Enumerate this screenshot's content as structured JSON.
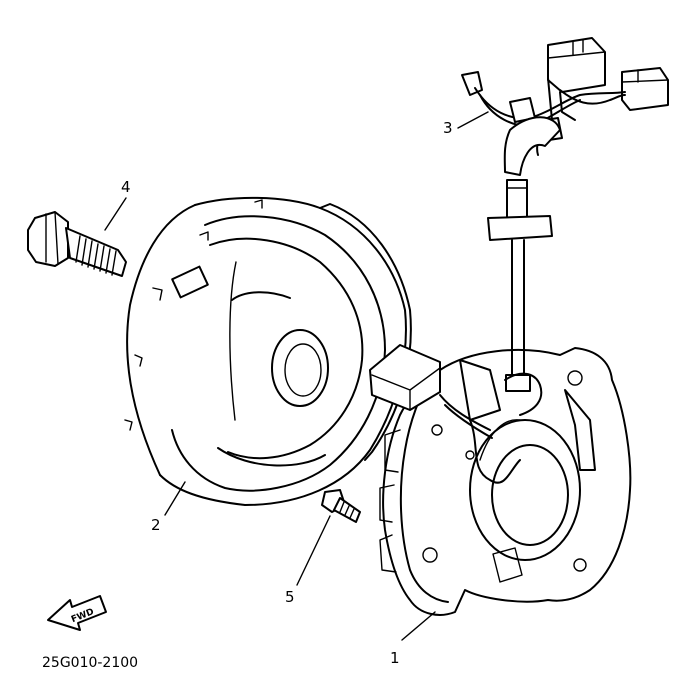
{
  "callouts": [
    {
      "id": "1",
      "label": "1"
    },
    {
      "id": "2",
      "label": "2"
    },
    {
      "id": "3",
      "label": "3"
    },
    {
      "id": "4",
      "label": "4"
    },
    {
      "id": "5",
      "label": "5"
    }
  ],
  "fwd_label": "FWD",
  "diagram_code": "25G010-2100"
}
